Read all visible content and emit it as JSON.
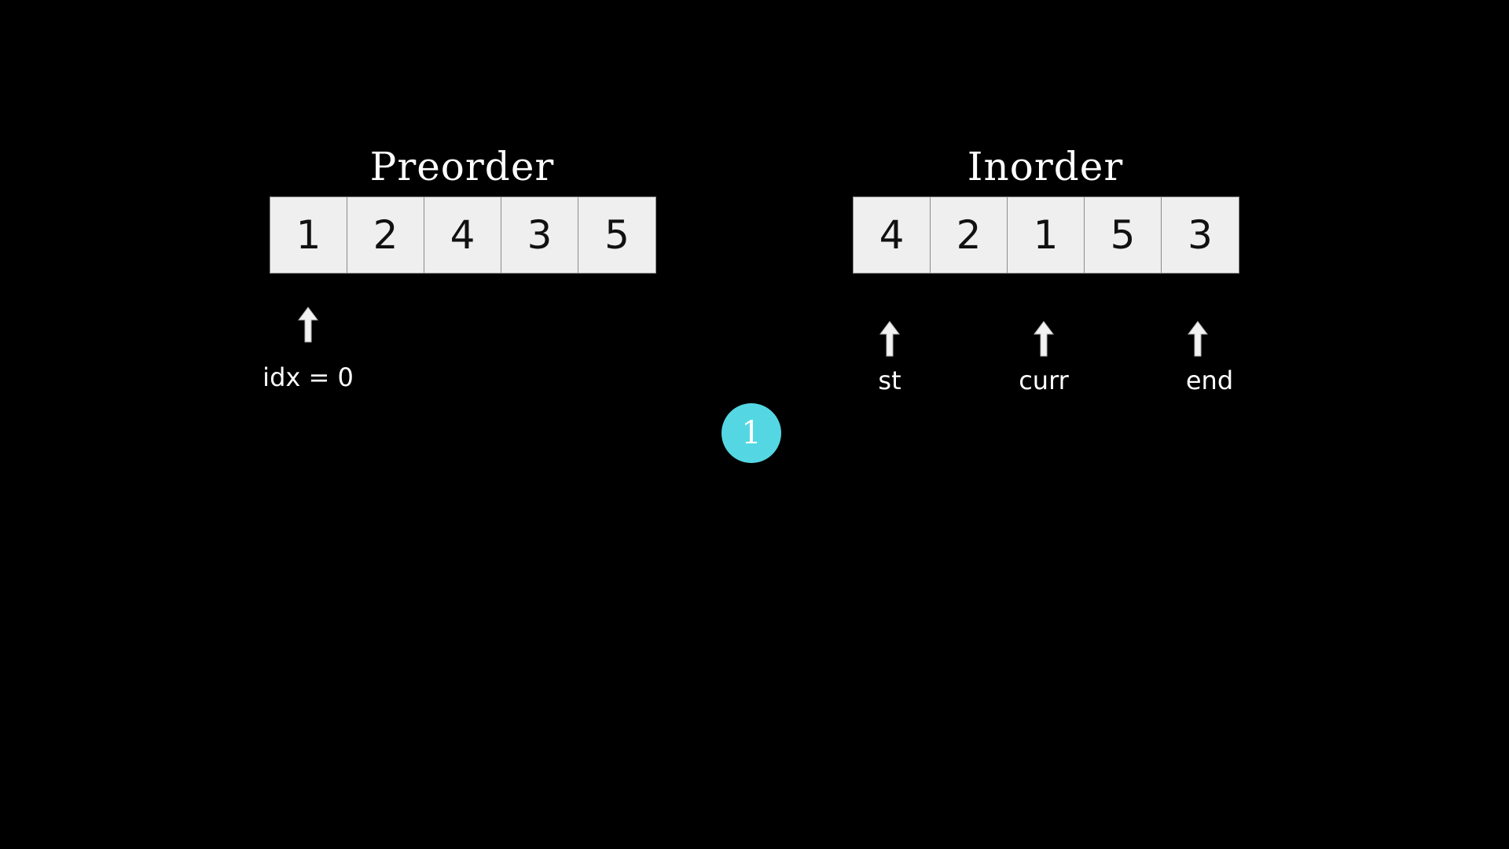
{
  "preorder": {
    "title": "Preorder",
    "values": [
      "1",
      "2",
      "4",
      "3",
      "5"
    ],
    "pointers": [
      {
        "label": "idx = 0",
        "index": 0
      }
    ]
  },
  "inorder": {
    "title": "Inorder",
    "values": [
      "4",
      "2",
      "1",
      "5",
      "3"
    ],
    "pointers": [
      {
        "label": "st",
        "index": 0
      },
      {
        "label": "curr",
        "index": 2
      },
      {
        "label": "end",
        "index": 4
      }
    ]
  },
  "tree": {
    "root_value": "1",
    "node_color": "#54d7e2"
  },
  "colors": {
    "background": "#000000",
    "cell_fill": "#efefef",
    "text": "#ffffff"
  }
}
